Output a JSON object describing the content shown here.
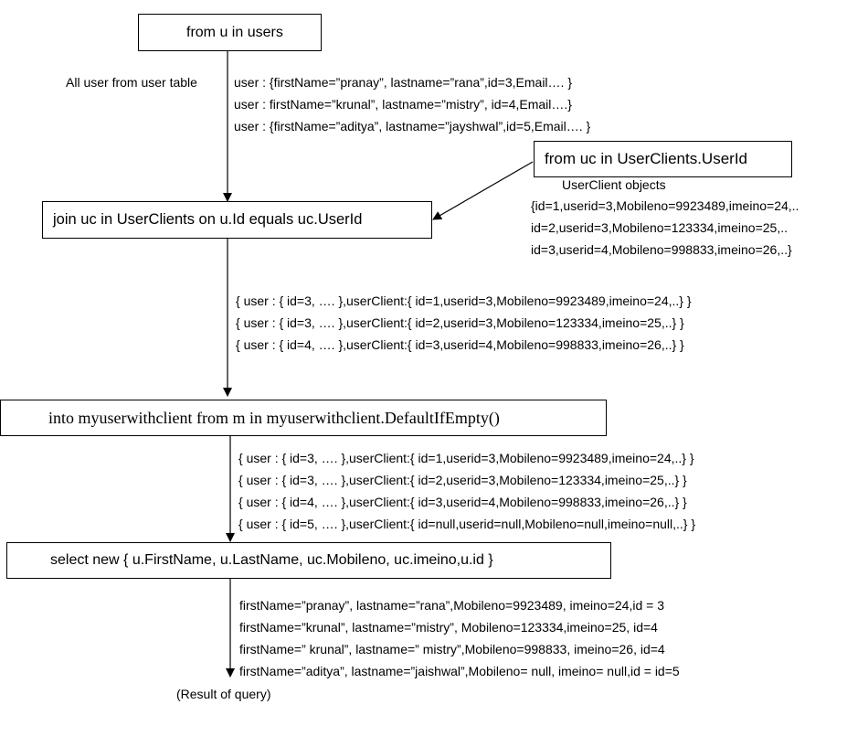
{
  "boxes": {
    "from_users": "from u in users",
    "join": "join uc in UserClients on u.Id equals uc.UserId",
    "from_userclients": "from uc in UserClients.UserId",
    "into": "into myuserwithclient from m  in myuserwithclient.DefaultIfEmpty()",
    "select": "select new  { u.FirstName, u.LastName, uc.Mobileno, uc.imeino,u.id }"
  },
  "labels": {
    "all_users": "All user from user table",
    "userclient_objects": "UserClient objects",
    "result": "(Result of query)"
  },
  "users": [
    "user : {firstName=”pranay”, lastname=”rana”,id=3,Email…. }",
    "user : firstName=”krunal”, lastname=”mistry”, id=4,Email….}",
    "user : {firstName=”aditya”, lastname=”jayshwal”,id=5,Email…. }"
  ],
  "userclients": [
    "{id=1,userid=3,Mobileno=9923489,imeino=24,..",
    "id=2,userid=3,Mobileno=123334,imeino=25,..",
    "id=3,userid=4,Mobileno=998833,imeino=26,..}"
  ],
  "join_results": [
    "{ user : { id=3, …. },userClient:{ id=1,userid=3,Mobileno=9923489,imeino=24,..} }",
    "{ user : { id=3, …. },userClient:{ id=2,userid=3,Mobileno=123334,imeino=25,..} }",
    "{ user : { id=4, …. },userClient:{ id=3,userid=4,Mobileno=998833,imeino=26,..} }"
  ],
  "into_results": [
    "{ user : { id=3, …. },userClient:{ id=1,userid=3,Mobileno=9923489,imeino=24,..} }",
    "{ user : { id=3, …. },userClient:{ id=2,userid=3,Mobileno=123334,imeino=25,..} }",
    "{ user : { id=4, …. },userClient:{ id=3,userid=4,Mobileno=998833,imeino=26,..} }",
    "{ user : { id=5, …. },userClient:{ id=null,userid=null,Mobileno=null,imeino=null,..} }"
  ],
  "final_results": [
    "firstName=”pranay”, lastname=”rana”,Mobileno=9923489, imeino=24,id = 3",
    "firstName=”krunal”, lastname=”mistry”, Mobileno=123334,imeino=25, id=4",
    "firstName=” krunal”, lastname=” mistry”,Mobileno=998833, imeino=26, id=4",
    "firstName=”aditya”, lastname=”jaishwal”,Mobileno= null, imeino= null,id = id=5"
  ]
}
